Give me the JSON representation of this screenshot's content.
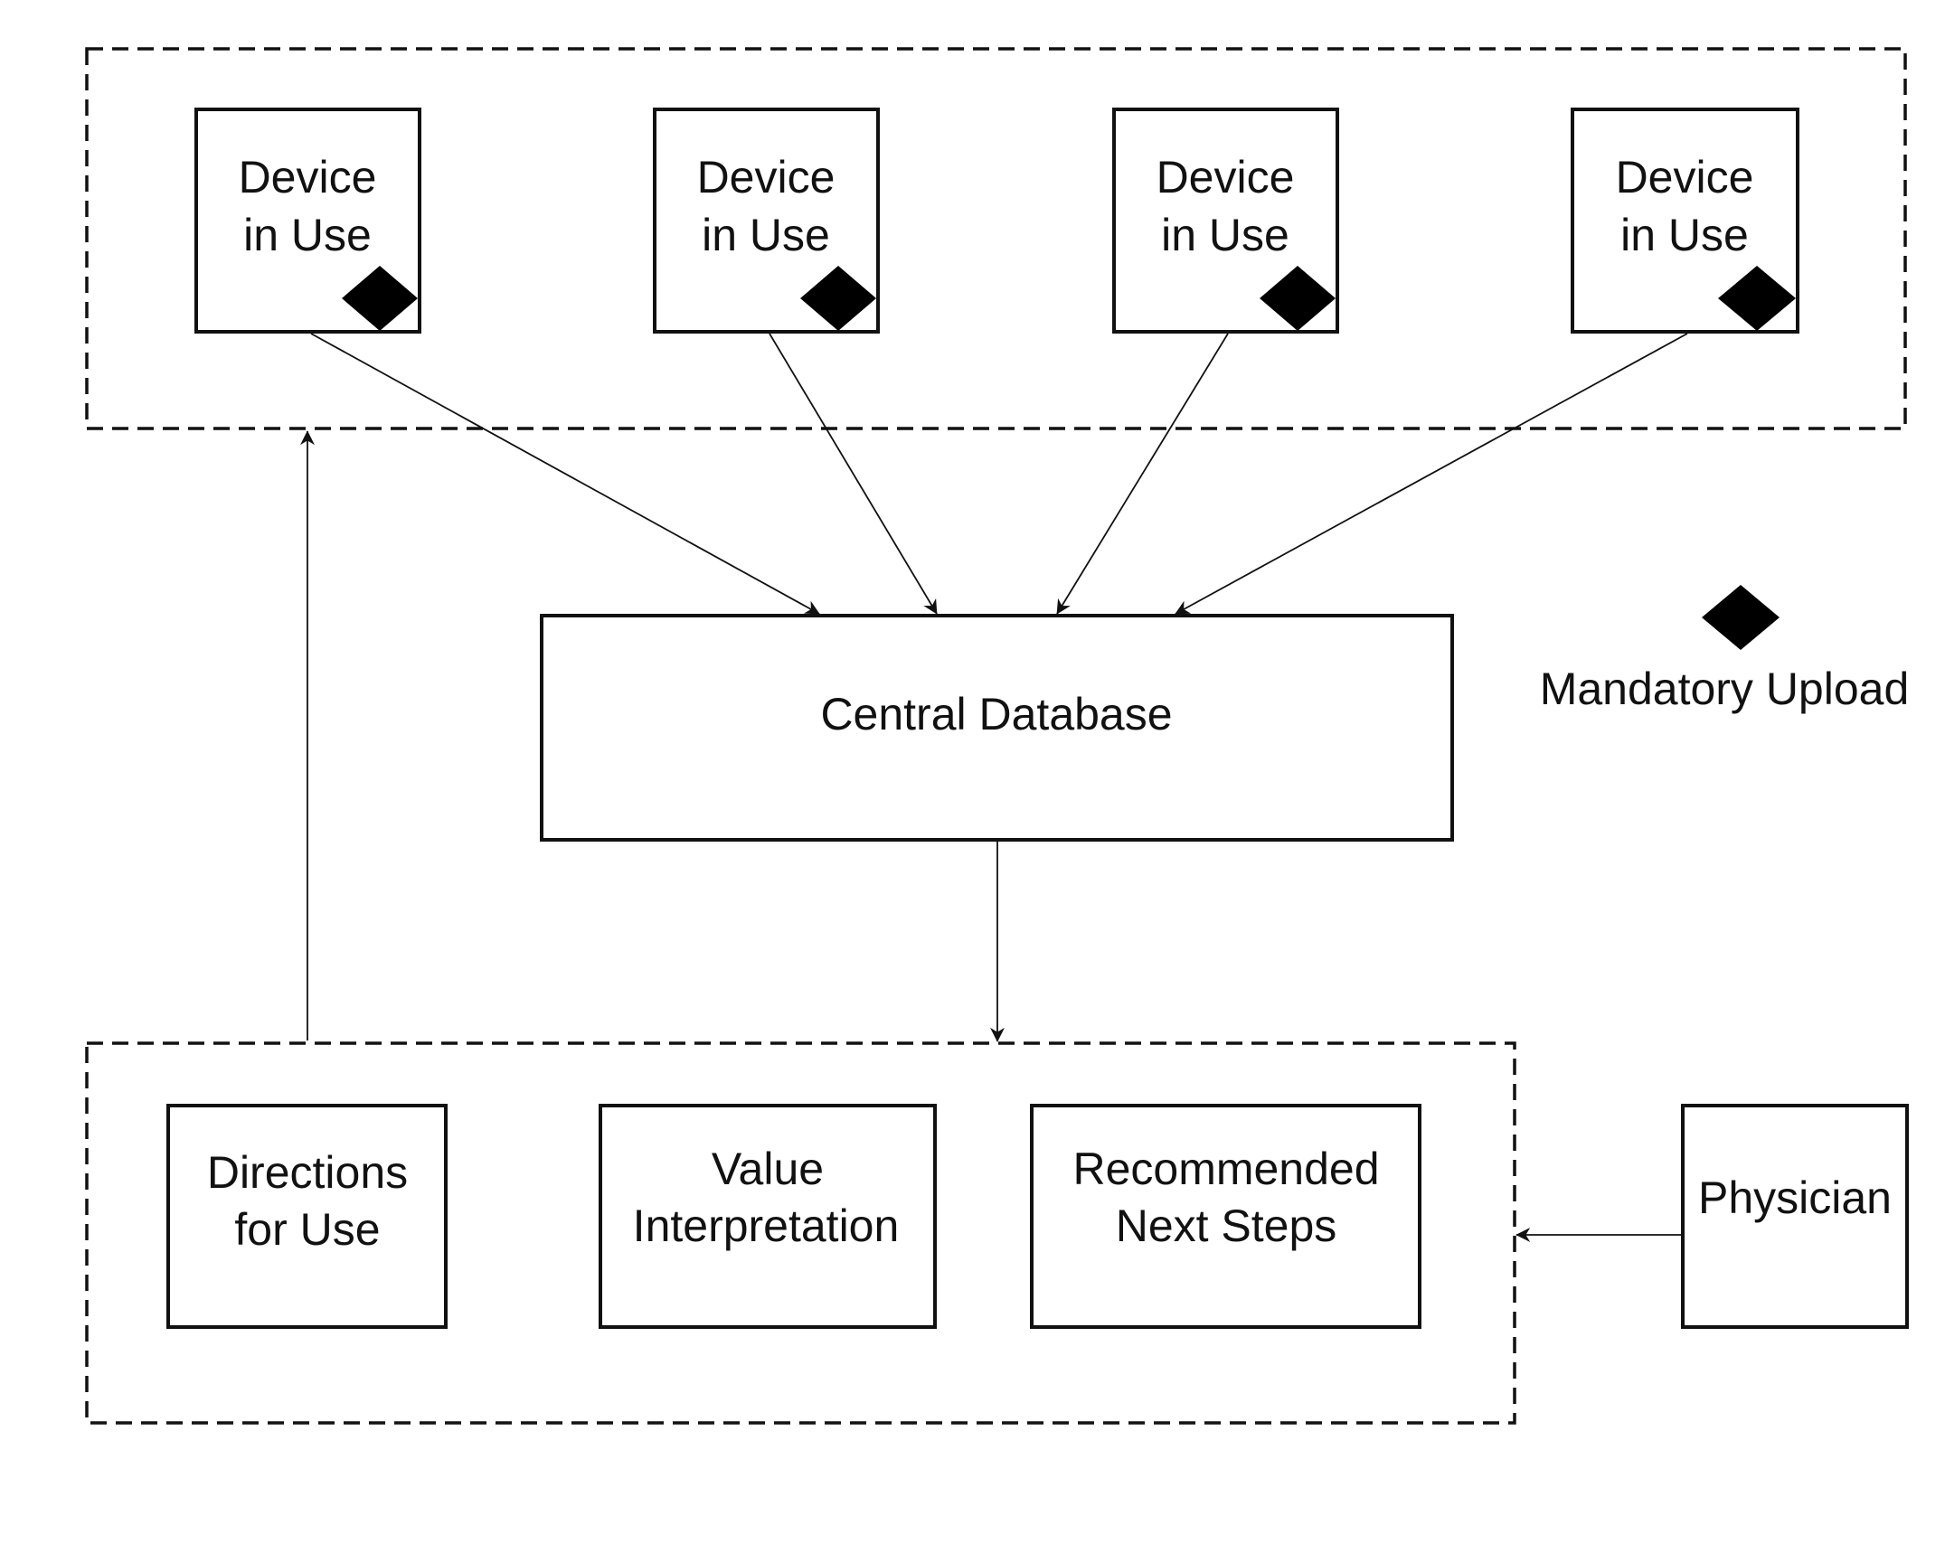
{
  "devices": [
    {
      "line1": "Device",
      "line2": "in Use"
    },
    {
      "line1": "Device",
      "line2": "in Use"
    },
    {
      "line1": "Device",
      "line2": "in Use"
    },
    {
      "line1": "Device",
      "line2": "in Use"
    }
  ],
  "central_database": {
    "label": "Central Database"
  },
  "legend": {
    "icon": "diamond-icon",
    "label": "Mandatory Upload"
  },
  "outputs": [
    {
      "line1": "Directions",
      "line2": "for Use"
    },
    {
      "line1": "Value",
      "line2": "Interpretation"
    },
    {
      "line1": "Recommended",
      "line2": "Next Steps"
    }
  ],
  "physician": {
    "label": "Physician"
  }
}
